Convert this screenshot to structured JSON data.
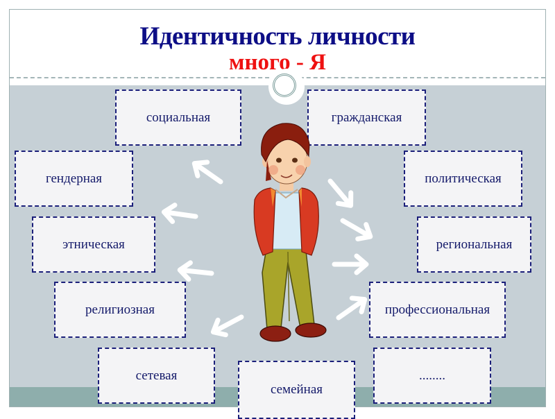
{
  "slide": {
    "title": "Идентичность личности",
    "subtitle": "много - Я",
    "colors": {
      "title": "#0d0e86",
      "subtitle": "#ee1111",
      "background_gray": "#c6d0d6",
      "bottom_strip": "#8eaeac",
      "box_border": "#1b1f7a",
      "box_fill": "#f4f4f6",
      "arrows": "#ffffff"
    }
  },
  "center_figure": {
    "label": "boy illustration"
  },
  "identity_boxes": [
    {
      "id": "social",
      "label": "социальная"
    },
    {
      "id": "civic",
      "label": "гражданская"
    },
    {
      "id": "gender",
      "label": "гендерная"
    },
    {
      "id": "political",
      "label": "политическая"
    },
    {
      "id": "ethnic",
      "label": "этническая"
    },
    {
      "id": "regional",
      "label": "региональная"
    },
    {
      "id": "religious",
      "label": "религиозная"
    },
    {
      "id": "professional",
      "label": "профессиональная"
    },
    {
      "id": "network",
      "label": "сетевая"
    },
    {
      "id": "family",
      "label": "семейная"
    },
    {
      "id": "other",
      "label": "........"
    }
  ],
  "arrows": [
    {
      "direction": "up-left"
    },
    {
      "direction": "left"
    },
    {
      "direction": "left"
    },
    {
      "direction": "down-left"
    },
    {
      "direction": "up-right"
    },
    {
      "direction": "up-right"
    },
    {
      "direction": "right"
    },
    {
      "direction": "down-right"
    }
  ]
}
